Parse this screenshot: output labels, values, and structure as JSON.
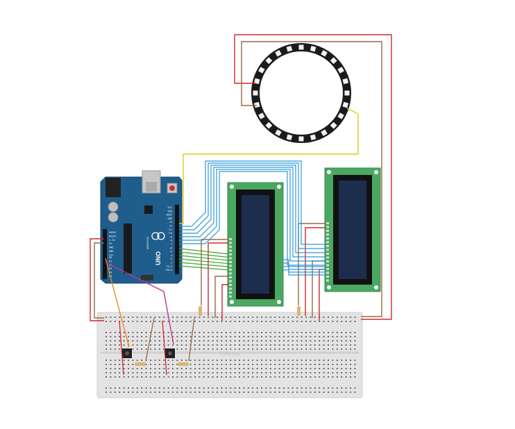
{
  "canvas": {
    "background": "#ffffff"
  },
  "arduino": {
    "brand_text": "ARDUINO",
    "model_text": "UNO",
    "left_pins": [
      "IOREF",
      "RESET",
      "3.3V",
      "5V",
      "GND",
      "GND",
      "Vin"
    ],
    "analog_pins": [
      "A0",
      "A1",
      "A2",
      "A3",
      "A4",
      "A5"
    ],
    "digital_pins": [
      "SCL",
      "SDA",
      "AREF",
      "GND",
      "13",
      "12",
      "~11",
      "~10",
      "~9",
      "8",
      "7",
      "~6",
      "~5",
      "4",
      "~3",
      "2",
      "TX→1",
      "RX←0"
    ],
    "board_color": "#1e5d8c"
  },
  "breadboard": {
    "label": "Tinkercad"
  },
  "colors": {
    "wire_red": "#d0282e",
    "wire_brown": "#9b6a3f",
    "wire_yellow": "#e6c619",
    "wire_blue": "#2b97d4",
    "wire_green": "#3ea52e",
    "wire_orange": "#e6891c",
    "wire_magenta": "#c2368a",
    "lcd_pcb": "#4aa861",
    "lcd_screen": "#1d2d4e",
    "ring_body": "#1b1b1b"
  },
  "neopixel_ring": {
    "led_count": 24
  },
  "icons": [
    "arduino-uno-board",
    "lcd-16x2",
    "neopixel-ring",
    "breadboard",
    "pushbutton",
    "resistor"
  ]
}
